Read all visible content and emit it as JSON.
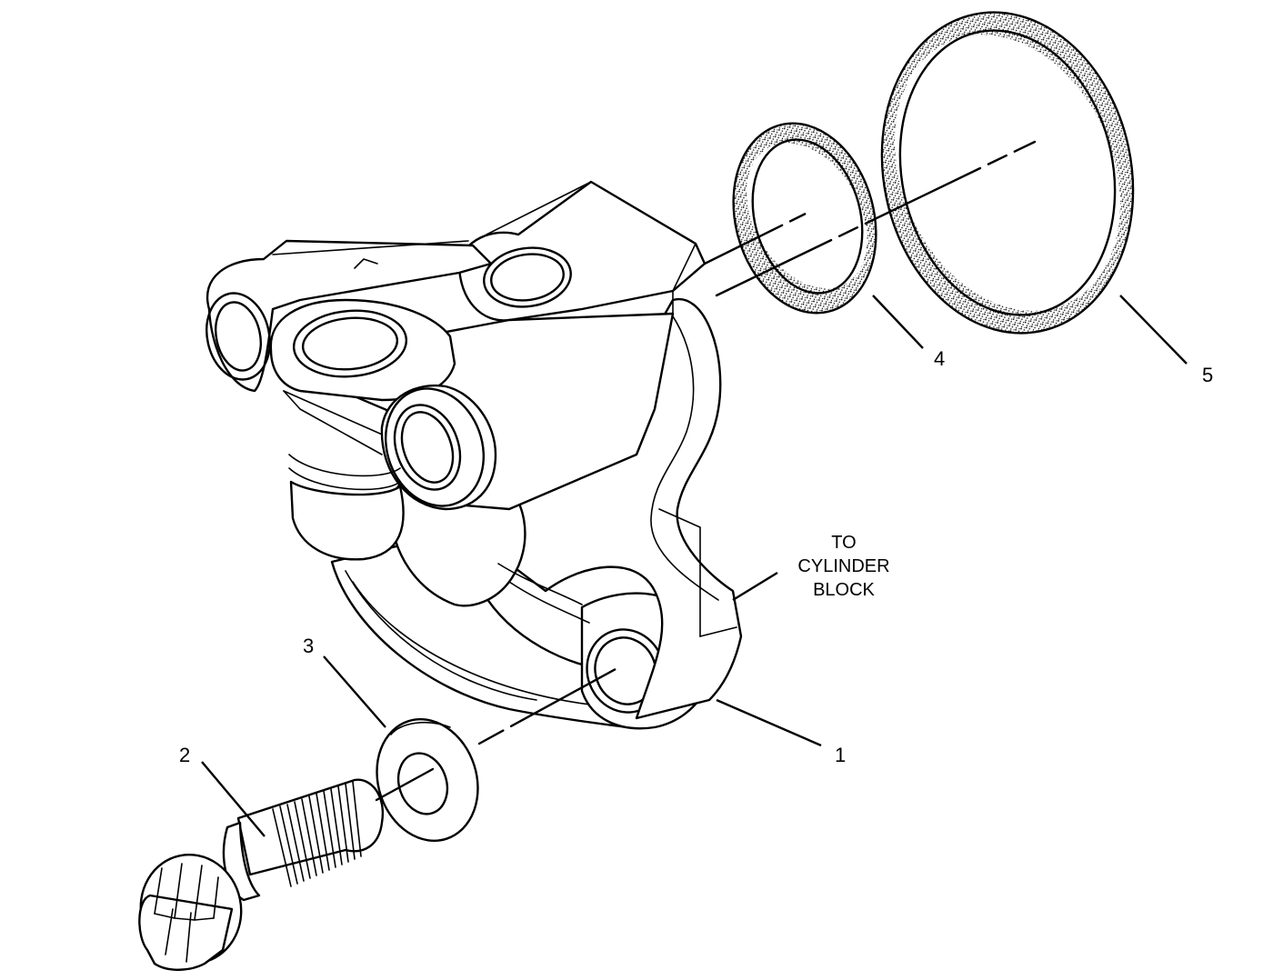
{
  "diagram": {
    "callouts": [
      {
        "id": "part-1",
        "label": "1"
      },
      {
        "id": "part-2",
        "label": "2"
      },
      {
        "id": "part-3",
        "label": "3"
      },
      {
        "id": "part-4",
        "label": "4"
      },
      {
        "id": "part-5",
        "label": "5"
      }
    ],
    "note_lines": [
      "TO",
      "CYLINDER",
      "BLOCK"
    ],
    "colors": {
      "line": "#000000",
      "background": "#ffffff",
      "seal_fill": "#8c8c8c"
    }
  }
}
